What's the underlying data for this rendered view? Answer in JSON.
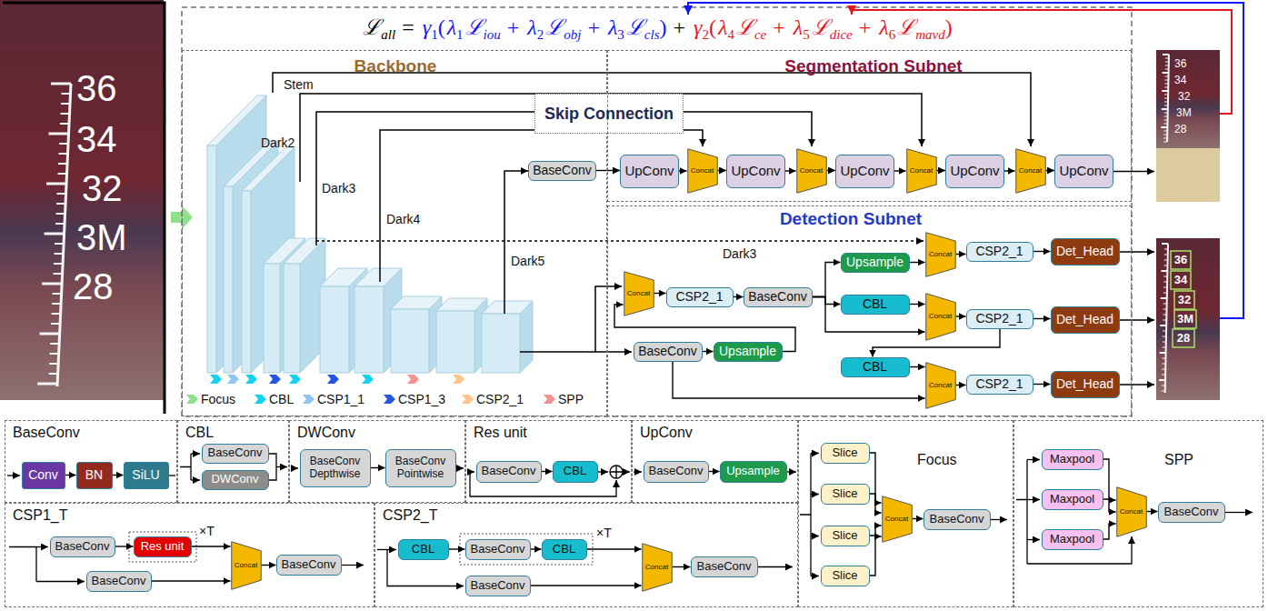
{
  "diagram": {
    "nodes": [
      {
        "text": [
          "Backbone"
        ]
      },
      {
        "text": [
          "BaseConv"
        ],
        "in": 0
      },
      {
        "text": [
          "Skip Connection"
        ]
      },
      {
        "text": [
          "Segmentation Subnet"
        ]
      },
      {
        "text": [
          "UpConv"
        ],
        "in": 3
      },
      {
        "text": [
          "Concat"
        ],
        "in": 3
      },
      {
        "text": [
          "UpConv"
        ],
        "in": 3
      },
      {
        "text": [
          "Concat"
        ],
        "in": 3
      },
      {
        "text": [
          "UpConv"
        ],
        "in": 3
      },
      {
        "text": [
          "Concat"
        ],
        "in": 3
      },
      {
        "text": [
          "UpConv"
        ],
        "in": 3
      },
      {
        "text": [
          "Concat"
        ],
        "in": 3
      },
      {
        "text": [
          "UpConv"
        ],
        "in": 3
      },
      {
        "text": [
          "Detection Subnet"
        ]
      },
      {
        "text": [
          "Concat"
        ],
        "in": 13
      },
      {
        "text": [
          "CSP2_1"
        ],
        "in": 13
      },
      {
        "text": [
          "BaseConv"
        ],
        "in": 13
      },
      {
        "text": [
          "Upsample"
        ],
        "in": 13
      },
      {
        "text": [
          "CBL"
        ],
        "in": 13
      },
      {
        "text": [
          "Concat"
        ],
        "in": 13
      },
      {
        "text": [
          "CSP2_1"
        ],
        "in": 13
      },
      {
        "text": [
          "Det_Head"
        ],
        "in": 13
      },
      {
        "text": [
          "Concat"
        ],
        "in": 13
      },
      {
        "text": [
          "CSP2_1"
        ],
        "in": 13
      },
      {
        "text": [
          "Det_Head"
        ],
        "in": 13
      },
      {
        "text": [
          "BaseConv"
        ],
        "in": 13
      },
      {
        "text": [
          "Upsample"
        ],
        "in": 13
      },
      {
        "text": [
          "CBL"
        ],
        "in": 13
      },
      {
        "text": [
          "Concat"
        ],
        "in": 13
      },
      {
        "text": [
          "CSP2_1"
        ],
        "in": 13
      },
      {
        "text": [
          "Det_Head"
        ],
        "in": 13
      },
      {
        "text": [
          "BaseConv"
        ]
      },
      {
        "text": [
          "Conv"
        ],
        "in": 31
      },
      {
        "text": [
          "BN"
        ],
        "in": 31
      },
      {
        "text": [
          "SiLU"
        ],
        "in": 31
      },
      {
        "text": [
          "CBL"
        ]
      },
      {
        "text": [
          "BaseConv"
        ],
        "in": 35
      },
      {
        "text": [
          "DWConv"
        ],
        "in": 35
      },
      {
        "text": [
          "DWConv"
        ]
      },
      {
        "text": [
          "BaseConv Depthwise"
        ],
        "in": 38
      },
      {
        "text": [
          "BaseConv Pointwise"
        ],
        "in": 38
      },
      {
        "text": [
          "Res unit"
        ]
      },
      {
        "text": [
          "BaseConv"
        ],
        "in": 41
      },
      {
        "text": [
          "CBL"
        ],
        "in": 41
      },
      {
        "text": [
          "UpConv"
        ]
      },
      {
        "text": [
          "BaseConv"
        ],
        "in": 44
      },
      {
        "text": [
          "Upsample"
        ],
        "in": 44
      },
      {
        "text": [
          "Focus"
        ]
      },
      {
        "text": [
          "Slice"
        ],
        "in": 47
      },
      {
        "text": [
          "Slice"
        ],
        "in": 47
      },
      {
        "text": [
          "Slice"
        ],
        "in": 47
      },
      {
        "text": [
          "Slice"
        ],
        "in": 47
      },
      {
        "text": [
          "Concat"
        ],
        "in": 47
      },
      {
        "text": [
          "BaseConv"
        ],
        "in": 47
      },
      {
        "text": [
          "SPP"
        ]
      },
      {
        "text": [
          "Maxpool"
        ],
        "in": 54
      },
      {
        "text": [
          "Maxpool"
        ],
        "in": 54
      },
      {
        "text": [
          "Maxpool"
        ],
        "in": 54
      },
      {
        "text": [
          "Concat"
        ],
        "in": 54
      },
      {
        "text": [
          "BaseConv"
        ],
        "in": 54
      },
      {
        "text": [
          "CSP1_T"
        ]
      },
      {
        "text": [
          "BaseConv"
        ],
        "in": 60
      },
      {
        "text": [
          "Res unit"
        ],
        "in": 60
      },
      {
        "text": [
          "BaseConv"
        ],
        "in": 60
      },
      {
        "text": [
          "Concat"
        ],
        "in": 60
      },
      {
        "text": [
          "BaseConv"
        ],
        "in": 60
      },
      {
        "text": [
          "CSP2_T"
        ]
      },
      {
        "text": [
          "CBL"
        ],
        "in": 66
      },
      {
        "text": [
          "BaseConv"
        ],
        "in": 66
      },
      {
        "text": [
          "CBL"
        ],
        "in": 66
      },
      {
        "text": [
          "BaseConv"
        ],
        "in": 66
      },
      {
        "text": [
          "Concat"
        ],
        "in": 66
      },
      {
        "text": [
          "BaseConv"
        ],
        "in": 66
      }
    ],
    "edges": [
      {
        "from": 1,
        "to": 4,
        "arrow": "to"
      },
      {
        "from": 4,
        "to": 5,
        "arrow": "to"
      },
      {
        "from": 5,
        "to": 6,
        "arrow": "to"
      },
      {
        "from": 6,
        "to": 7,
        "arrow": "to"
      },
      {
        "from": 7,
        "to": 8,
        "arrow": "to"
      },
      {
        "from": 8,
        "to": 9,
        "arrow": "to"
      },
      {
        "from": 9,
        "to": 10,
        "arrow": "to"
      },
      {
        "from": 10,
        "to": 11,
        "arrow": "to"
      },
      {
        "from": 11,
        "to": 12,
        "arrow": "to"
      },
      {
        "from": 26,
        "to": 14,
        "arrow": "to"
      },
      {
        "from": 14,
        "to": 15,
        "arrow": "to"
      },
      {
        "from": 15,
        "to": 16,
        "arrow": "to"
      },
      {
        "from": 16,
        "to": 17,
        "arrow": "to"
      },
      {
        "from": 16,
        "to": 18,
        "arrow": "to"
      },
      {
        "from": 16,
        "to": 22,
        "arrow": "to"
      },
      {
        "from": 17,
        "to": 19,
        "arrow": "to"
      },
      {
        "from": 19,
        "to": 20,
        "arrow": "to"
      },
      {
        "from": 20,
        "to": 21,
        "arrow": "to"
      },
      {
        "from": 18,
        "to": 22,
        "arrow": "to"
      },
      {
        "from": 22,
        "to": 23,
        "arrow": "to"
      },
      {
        "from": 23,
        "to": 24,
        "arrow": "to"
      },
      {
        "from": 23,
        "to": 27,
        "arrow": "to"
      },
      {
        "from": 27,
        "to": 28,
        "arrow": "to"
      },
      {
        "from": 25,
        "to": 28,
        "arrow": "to"
      },
      {
        "from": 28,
        "to": 29,
        "arrow": "to"
      },
      {
        "from": 29,
        "to": 30,
        "arrow": "to"
      },
      {
        "from": 25,
        "to": 26,
        "arrow": "to"
      },
      {
        "from": 32,
        "to": 33,
        "arrow": "to"
      },
      {
        "from": 33,
        "to": 34,
        "arrow": "to"
      },
      {
        "from": 39,
        "to": 40,
        "arrow": "to"
      },
      {
        "from": 42,
        "to": 43,
        "arrow": "to"
      },
      {
        "from": 45,
        "to": 46,
        "arrow": "to"
      },
      {
        "from": 48,
        "to": 52,
        "arrow": "to"
      },
      {
        "from": 49,
        "to": 52,
        "arrow": "to"
      },
      {
        "from": 50,
        "to": 52,
        "arrow": "to"
      },
      {
        "from": 51,
        "to": 52,
        "arrow": "to"
      },
      {
        "from": 52,
        "to": 53,
        "arrow": "to"
      },
      {
        "from": 55,
        "to": 58,
        "arrow": "to"
      },
      {
        "from": 56,
        "to": 58,
        "arrow": "to"
      },
      {
        "from": 57,
        "to": 58,
        "arrow": "to"
      },
      {
        "from": 58,
        "to": 59,
        "arrow": "to"
      },
      {
        "from": 61,
        "to": 62,
        "arrow": "to"
      },
      {
        "from": 62,
        "to": 64,
        "arrow": "to"
      },
      {
        "from": 63,
        "to": 64,
        "arrow": "to"
      },
      {
        "from": 64,
        "to": 65,
        "arrow": "to"
      },
      {
        "from": 67,
        "to": 68,
        "arrow": "to"
      },
      {
        "from": 68,
        "to": 69,
        "arrow": "to"
      },
      {
        "from": 69,
        "to": 71,
        "arrow": "to"
      },
      {
        "from": 70,
        "to": 71,
        "arrow": "to"
      },
      {
        "from": 71,
        "to": 72,
        "arrow": "to"
      }
    ],
    "labels": [
      "ℒ",
      "all",
      "=",
      "γ",
      "1",
      "(",
      "λ",
      "1",
      "ℒ",
      "iou",
      "+",
      "λ",
      "2",
      "ℒ",
      "obj",
      "+",
      "λ",
      "3",
      "ℒ",
      "cls",
      ")",
      "+",
      "γ",
      "2",
      "(",
      "λ",
      "4",
      "ℒ",
      "ce",
      "+",
      "λ",
      "5",
      "ℒ",
      "dice",
      "+",
      "λ",
      "6",
      "ℒ",
      "mavd",
      ")",
      "Stem",
      "Dark2",
      "Dark3",
      "Dark4",
      "Dark5",
      "Dark3",
      "×T",
      "×T",
      "36",
      "34",
      "32",
      "3M",
      "28",
      "36",
      "34",
      "32",
      "3M",
      "28",
      "36",
      "34",
      "32",
      "3M",
      "28"
    ],
    "legend": [
      {
        "text": "Focus",
        "color": "#8fe08a"
      },
      {
        "text": "CBL",
        "color": "#14d2f0"
      },
      {
        "text": "CSP1_1",
        "color": "#8ec5f5"
      },
      {
        "text": "CSP1_3",
        "color": "#2657e0"
      },
      {
        "text": "CSP2_1",
        "color": "#ffc48a"
      },
      {
        "text": "SPP",
        "color": "#f39090"
      }
    ]
  }
}
